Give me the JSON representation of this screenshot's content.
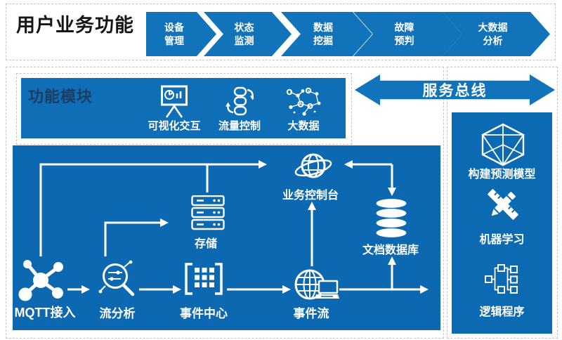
{
  "header": {
    "title": "用户业务功能",
    "steps": [
      {
        "label": "设备\n管理"
      },
      {
        "label": "状态\n监测"
      },
      {
        "label": "数据\n挖掘"
      },
      {
        "label": "故障\n预判"
      },
      {
        "label": "大数据\n分析"
      }
    ]
  },
  "modules": {
    "title": "功能模块",
    "items": [
      {
        "label": "可视化交互",
        "icon": "presentation-icon"
      },
      {
        "label": "流量控制",
        "icon": "flow-control-icon"
      },
      {
        "label": "大数据",
        "icon": "big-data-icon"
      }
    ]
  },
  "service_bus": {
    "label": "服务总线"
  },
  "right_panel": {
    "items": [
      {
        "label": "构建预测模型",
        "icon": "prediction-model-icon"
      },
      {
        "label": "机器学习",
        "icon": "machine-learning-icon"
      },
      {
        "label": "逻辑程序",
        "icon": "logic-program-icon"
      }
    ]
  },
  "pipeline": {
    "nodes": [
      {
        "id": "mqtt",
        "label": "MQTT接入",
        "icon": "mqtt-icon"
      },
      {
        "id": "stream-analysis",
        "label": "流分析",
        "icon": "stream-analysis-icon"
      },
      {
        "id": "event-center",
        "label": "事件中心",
        "icon": "event-center-icon"
      },
      {
        "id": "event-stream",
        "label": "事件流",
        "icon": "event-stream-icon"
      },
      {
        "id": "storage",
        "label": "存储",
        "icon": "storage-icon"
      },
      {
        "id": "console",
        "label": "业务控制台",
        "icon": "console-icon"
      },
      {
        "id": "doc-db",
        "label": "文档数据库",
        "icon": "database-icon"
      }
    ],
    "edges": [
      {
        "from": "MQTT接入",
        "to": "流分析"
      },
      {
        "from": "流分析",
        "to": "事件中心"
      },
      {
        "from": "事件中心",
        "to": "事件流"
      },
      {
        "from": "事件流",
        "to": "右侧边缘"
      },
      {
        "from": "事件流",
        "to": "文档数据库"
      },
      {
        "from": "事件流",
        "to": "业务控制台"
      },
      {
        "from": "MQTT接入",
        "to": "业务控制台"
      },
      {
        "from": "MQTT接入",
        "to": "存储",
        "note": "T形分支"
      },
      {
        "from": "流分析",
        "to": "存储"
      },
      {
        "from": "文档数据库",
        "to": "业务控制台",
        "bidirectional": true
      }
    ]
  },
  "colors": {
    "chevron_blue": "#1173b9",
    "modules_blue": "#0e6fb6",
    "main_blue": "#0b68b1",
    "right_blue": "#0c6ab2",
    "dark_navy_text": "#1c3c63",
    "white": "#ffffff"
  }
}
